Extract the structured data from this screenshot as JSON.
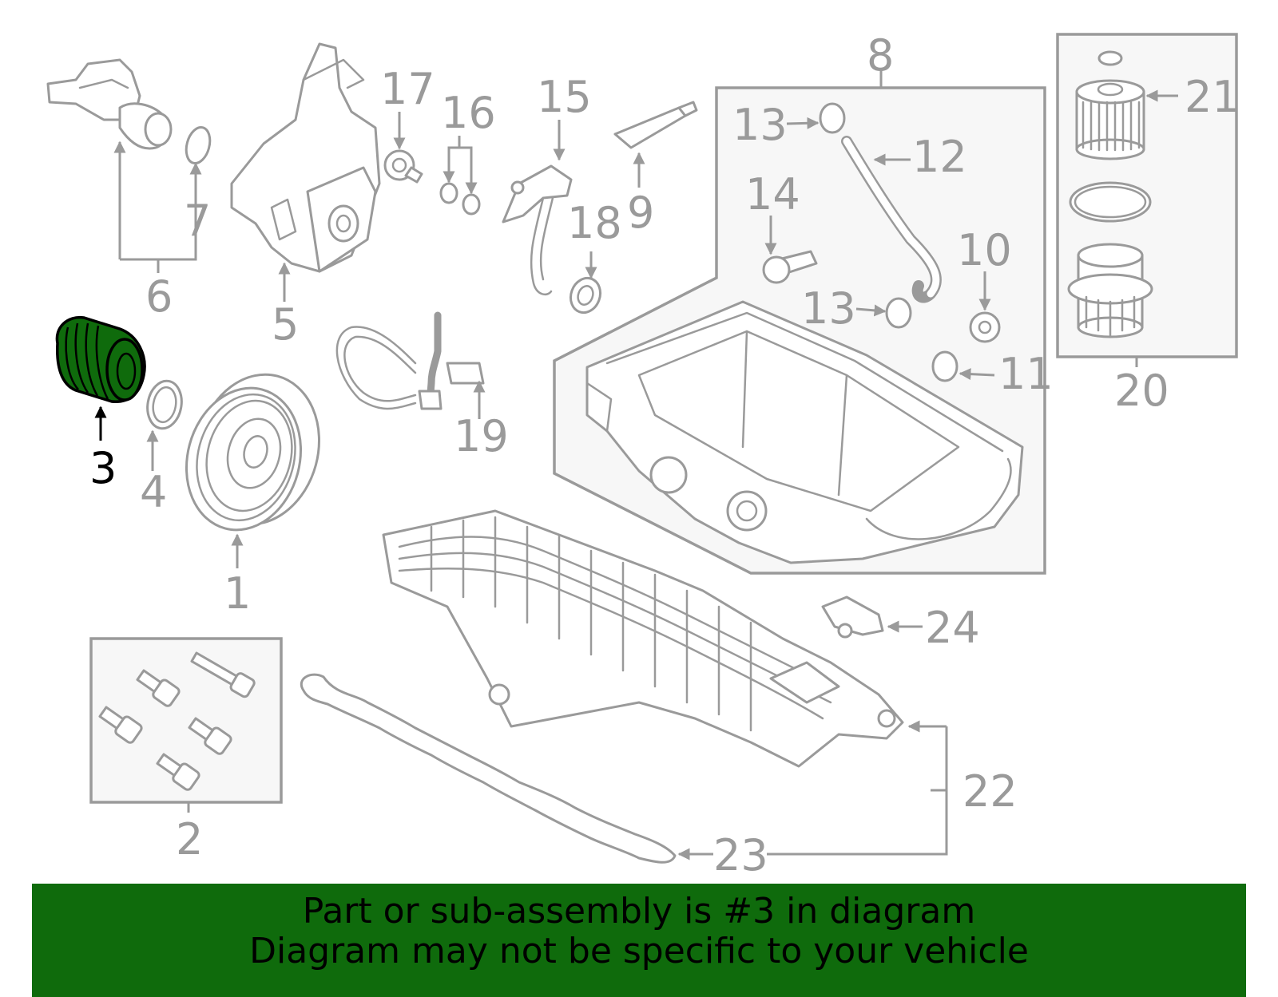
{
  "highlight_color": "#0f6b0c",
  "line_color": "#9a9a9a",
  "callouts": {
    "c1": "1",
    "c2": "2",
    "c3": "3",
    "c4": "4",
    "c5": "5",
    "c6": "6",
    "c7": "7",
    "c8": "8",
    "c9": "9",
    "c10": "10",
    "c11": "11",
    "c12": "12",
    "c13a": "13",
    "c13b": "13",
    "c14": "14",
    "c15": "15",
    "c16": "16",
    "c17": "17",
    "c18": "18",
    "c19": "19",
    "c20": "20",
    "c21": "21",
    "c22": "22",
    "c23": "23",
    "c24": "24"
  },
  "banner": {
    "line1": "Part or sub-assembly is #3 in diagram",
    "line2": "Diagram may not be specific to your vehicle"
  }
}
